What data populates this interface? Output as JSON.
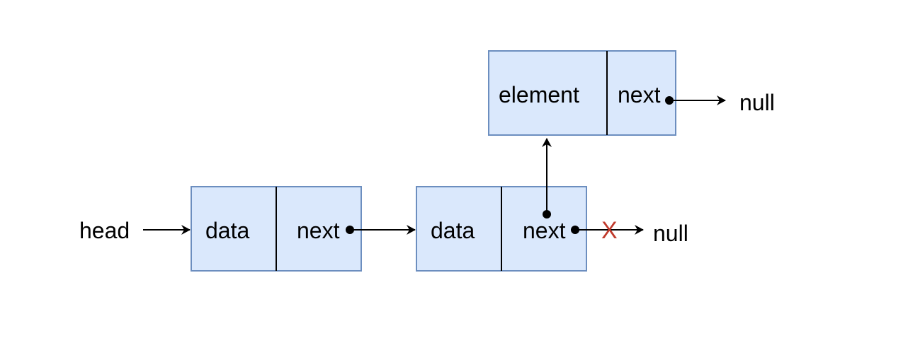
{
  "labels": {
    "head": "head",
    "null_new": "null",
    "null_old": "null",
    "removed_mark": "X"
  },
  "nodes": {
    "node1": {
      "data": "data",
      "next": "next"
    },
    "node2": {
      "data": "data",
      "next": "next"
    },
    "new_node": {
      "element": "element",
      "next": "next"
    }
  },
  "colors": {
    "node_fill": "#dae8fc",
    "node_stroke": "#6c8ebf",
    "removed_mark": "#c0392b",
    "arrow": "#000000"
  }
}
